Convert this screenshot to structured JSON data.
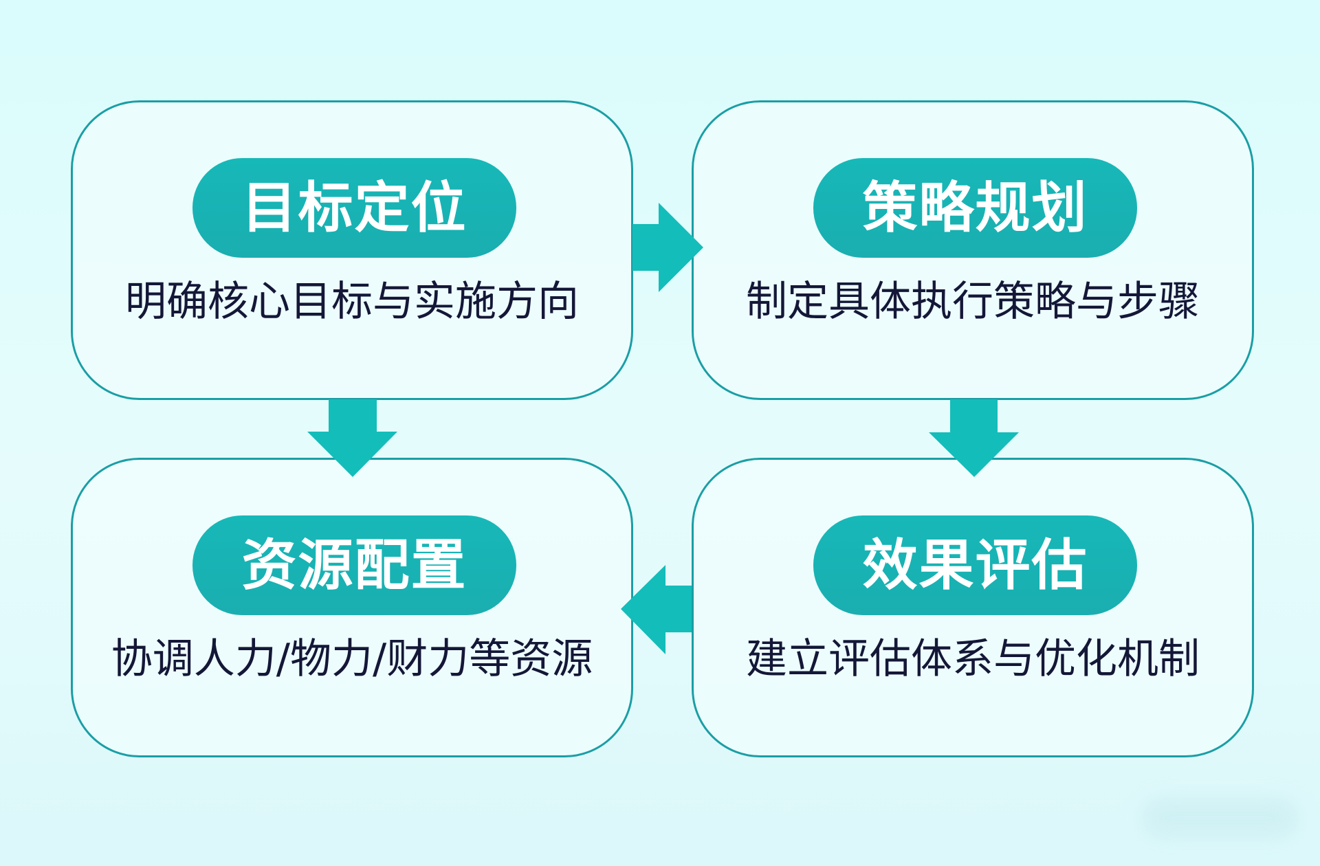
{
  "diagram": {
    "type": "process-flow",
    "colors": {
      "background": "#dafcfc",
      "card_border": "#1a9ea5",
      "pill_fill": "#17b8b8",
      "arrow_fill": "#13bdba",
      "pill_text": "#ffffff",
      "description_text": "#141737"
    },
    "steps": [
      {
        "title": "目标定位",
        "description": "明确核心目标与实施方向"
      },
      {
        "title": "策略规划",
        "description": "制定具体执行策略与步骤"
      },
      {
        "title": "资源配置",
        "description": "协调人力/物力/财力等资源"
      },
      {
        "title": "效果评估",
        "description": "建立评估体系与优化机制"
      }
    ],
    "connections": [
      {
        "from": "目标定位",
        "to": "策略规划",
        "direction": "right"
      },
      {
        "from": "目标定位",
        "to": "资源配置",
        "direction": "down"
      },
      {
        "from": "策略规划",
        "to": "效果评估",
        "direction": "down"
      },
      {
        "from": "效果评估",
        "to": "资源配置",
        "direction": "left"
      }
    ]
  }
}
